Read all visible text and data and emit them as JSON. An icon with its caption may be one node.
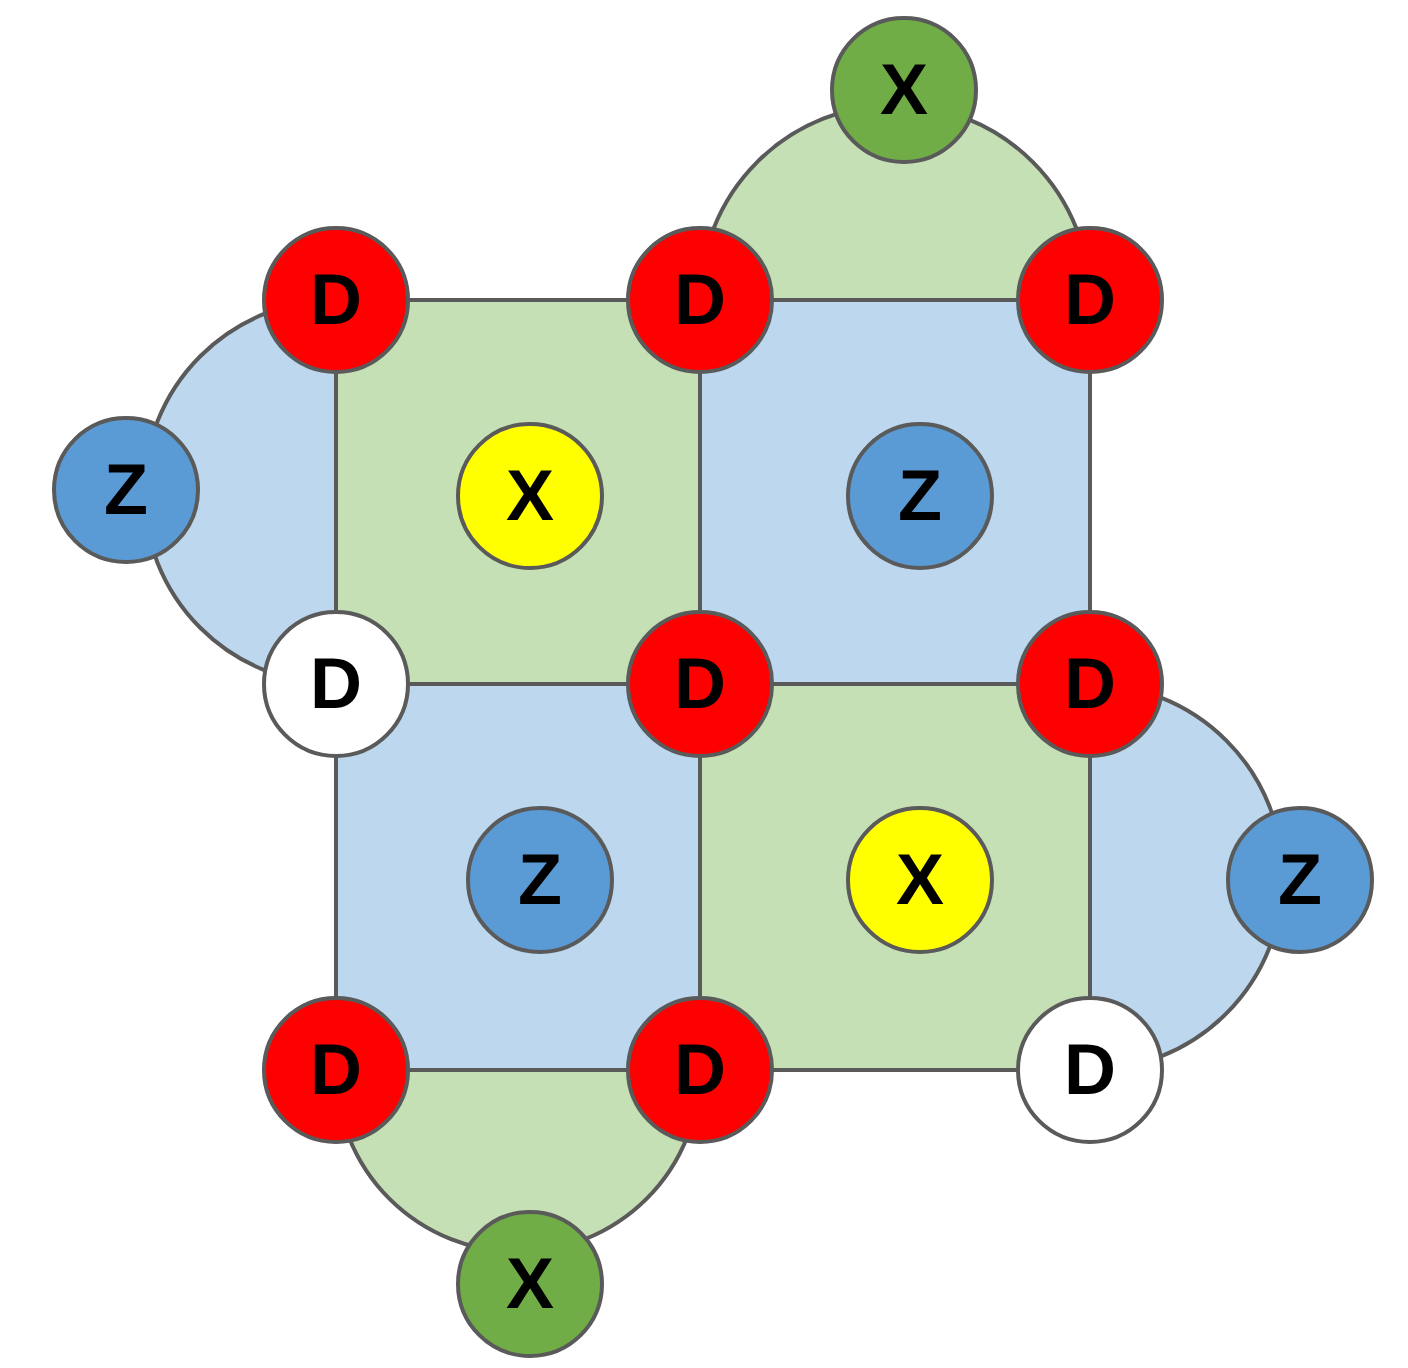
{
  "diagram": {
    "nodes": [
      {
        "text": [
          "X"
        ]
      },
      {
        "text": [
          "D"
        ]
      },
      {
        "text": [
          "D"
        ]
      },
      {
        "text": [
          "D"
        ]
      },
      {
        "text": [
          "Z"
        ]
      },
      {
        "text": [
          "X"
        ]
      },
      {
        "text": [
          "Z"
        ]
      },
      {
        "text": [
          "D"
        ]
      },
      {
        "text": [
          "D"
        ]
      },
      {
        "text": [
          "D"
        ]
      },
      {
        "text": [
          "Z"
        ]
      },
      {
        "text": [
          "X"
        ]
      },
      {
        "text": [
          "Z"
        ]
      },
      {
        "text": [
          "D"
        ]
      },
      {
        "text": [
          "D"
        ]
      },
      {
        "text": [
          "D"
        ]
      },
      {
        "text": [
          "X"
        ]
      }
    ]
  }
}
